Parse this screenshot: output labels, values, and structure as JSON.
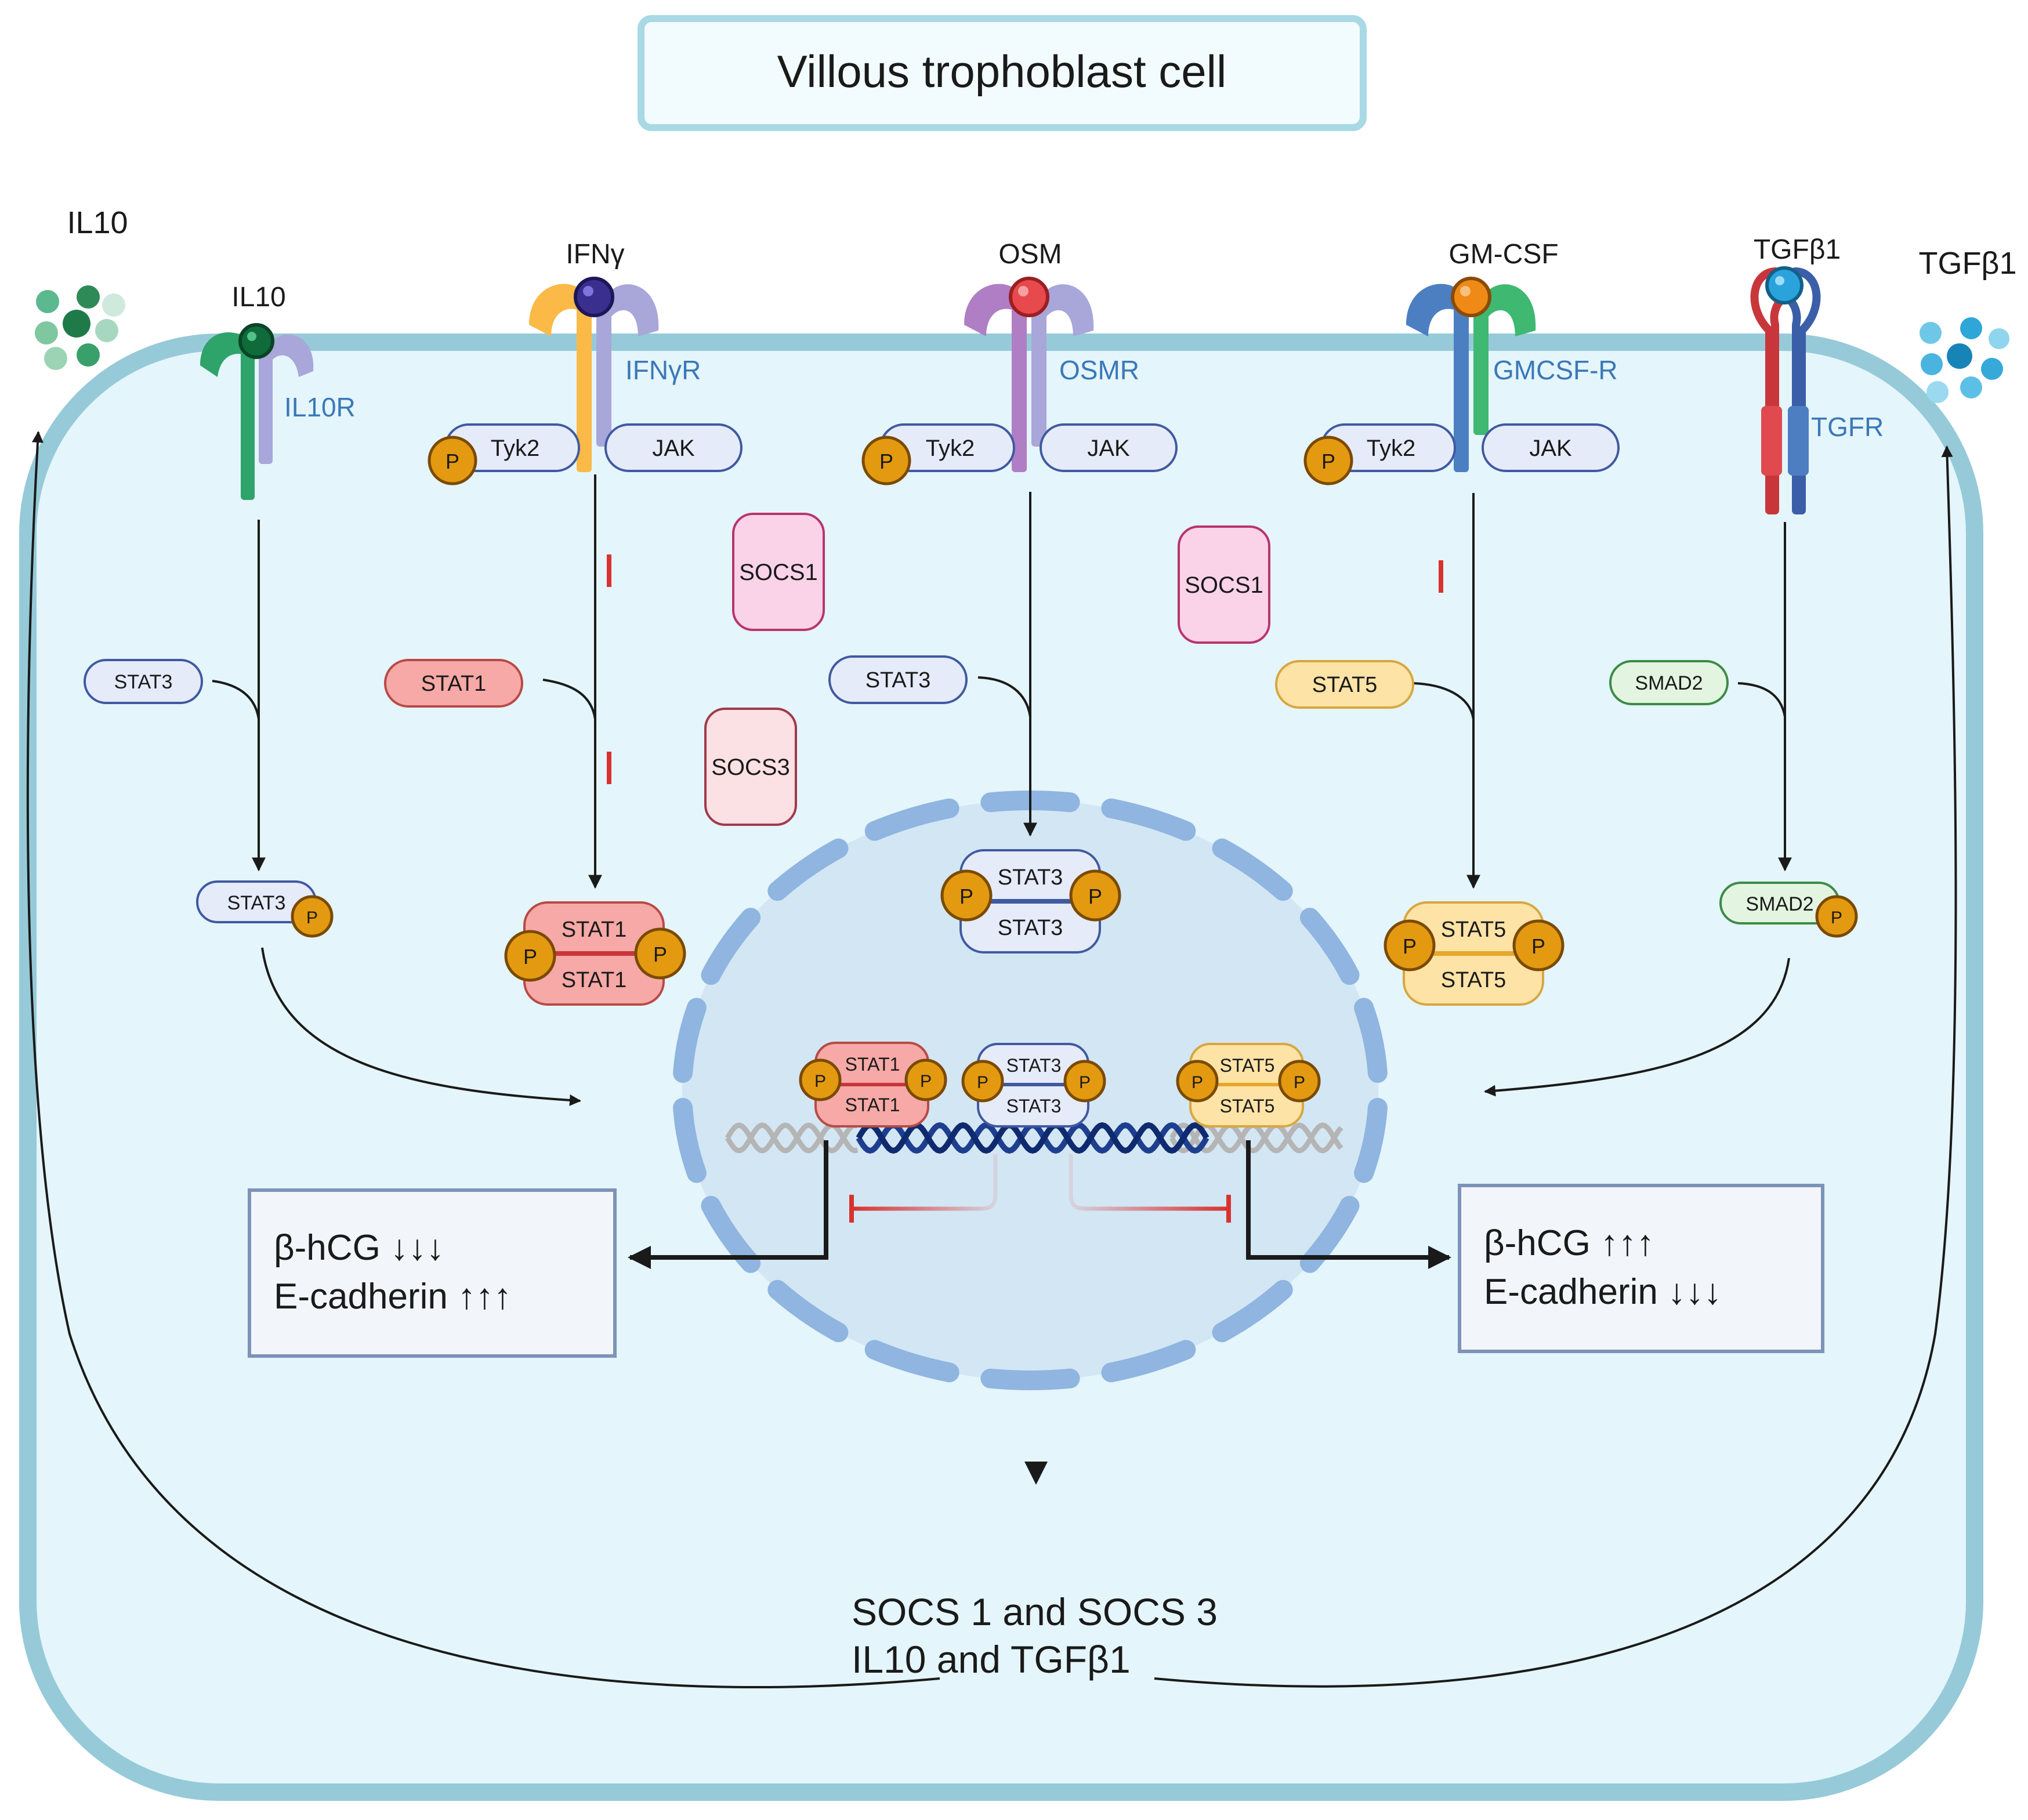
{
  "title": "Villous trophoblast cell",
  "secreted": {
    "left": "IL10",
    "right": "TGFβ1"
  },
  "receptors": [
    {
      "ligand": "IL10",
      "receptor": "IL10R",
      "stat": "STAT3",
      "stat_p": "STAT3"
    },
    {
      "ligand": "IFNγ",
      "receptor": "IFNγR",
      "kinase_left": "Tyk2",
      "kinase_right": "JAK",
      "stat": "STAT1",
      "dimer_top": "STAT1",
      "dimer_bottom": "STAT1"
    },
    {
      "ligand": "OSM",
      "receptor": "OSMR",
      "kinase_left": "Tyk2",
      "kinase_right": "JAK",
      "stat": "STAT3",
      "dimer_top": "STAT3",
      "dimer_bottom": "STAT3"
    },
    {
      "ligand": "GM-CSF",
      "receptor": "GMCSF-R",
      "kinase_left": "Tyk2",
      "kinase_right": "JAK",
      "stat": "STAT5",
      "dimer_top": "STAT5",
      "dimer_bottom": "STAT5"
    },
    {
      "ligand": "TGFβ1",
      "receptor": "TGFR",
      "stat": "SMAD2",
      "stat_p": "SMAD2"
    }
  ],
  "phospho": "P",
  "inhibitors": {
    "socs1_a": "SOCS1",
    "socs3": "SOCS3",
    "socs1_b": "SOCS1"
  },
  "nucleus": {
    "stat1_top": "STAT1",
    "stat1_bottom": "STAT1",
    "stat3_top": "STAT3",
    "stat3_bottom": "STAT3",
    "stat5_top": "STAT5",
    "stat5_bottom": "STAT5"
  },
  "outcome_left": {
    "line1": "β-hCG ↓↓↓",
    "line2": "E-cadherin ↑↑↑"
  },
  "outcome_right": {
    "line1": "β-hCG ↑↑↑",
    "line2": "E-cadherin ↓↓↓"
  },
  "bottom": {
    "line1": "SOCS 1 and SOCS 3",
    "line2": "IL10 and TGFβ1"
  },
  "colors": {
    "cell_border": "#96cad8",
    "cell_fill": "#e4f5fb",
    "nucleus_fill": "#d3e6f4",
    "nucleus_border": "#8fb5e0",
    "stat1": "#f6a9a6",
    "stat3": "#e6ebfa",
    "stat5": "#fde3a6",
    "smad2": "#e3f5e0",
    "socs1": "#fbd3e8",
    "socs3": "#fbe0e4",
    "phospho": "#e39a10",
    "inhibit": "#d8322f"
  }
}
